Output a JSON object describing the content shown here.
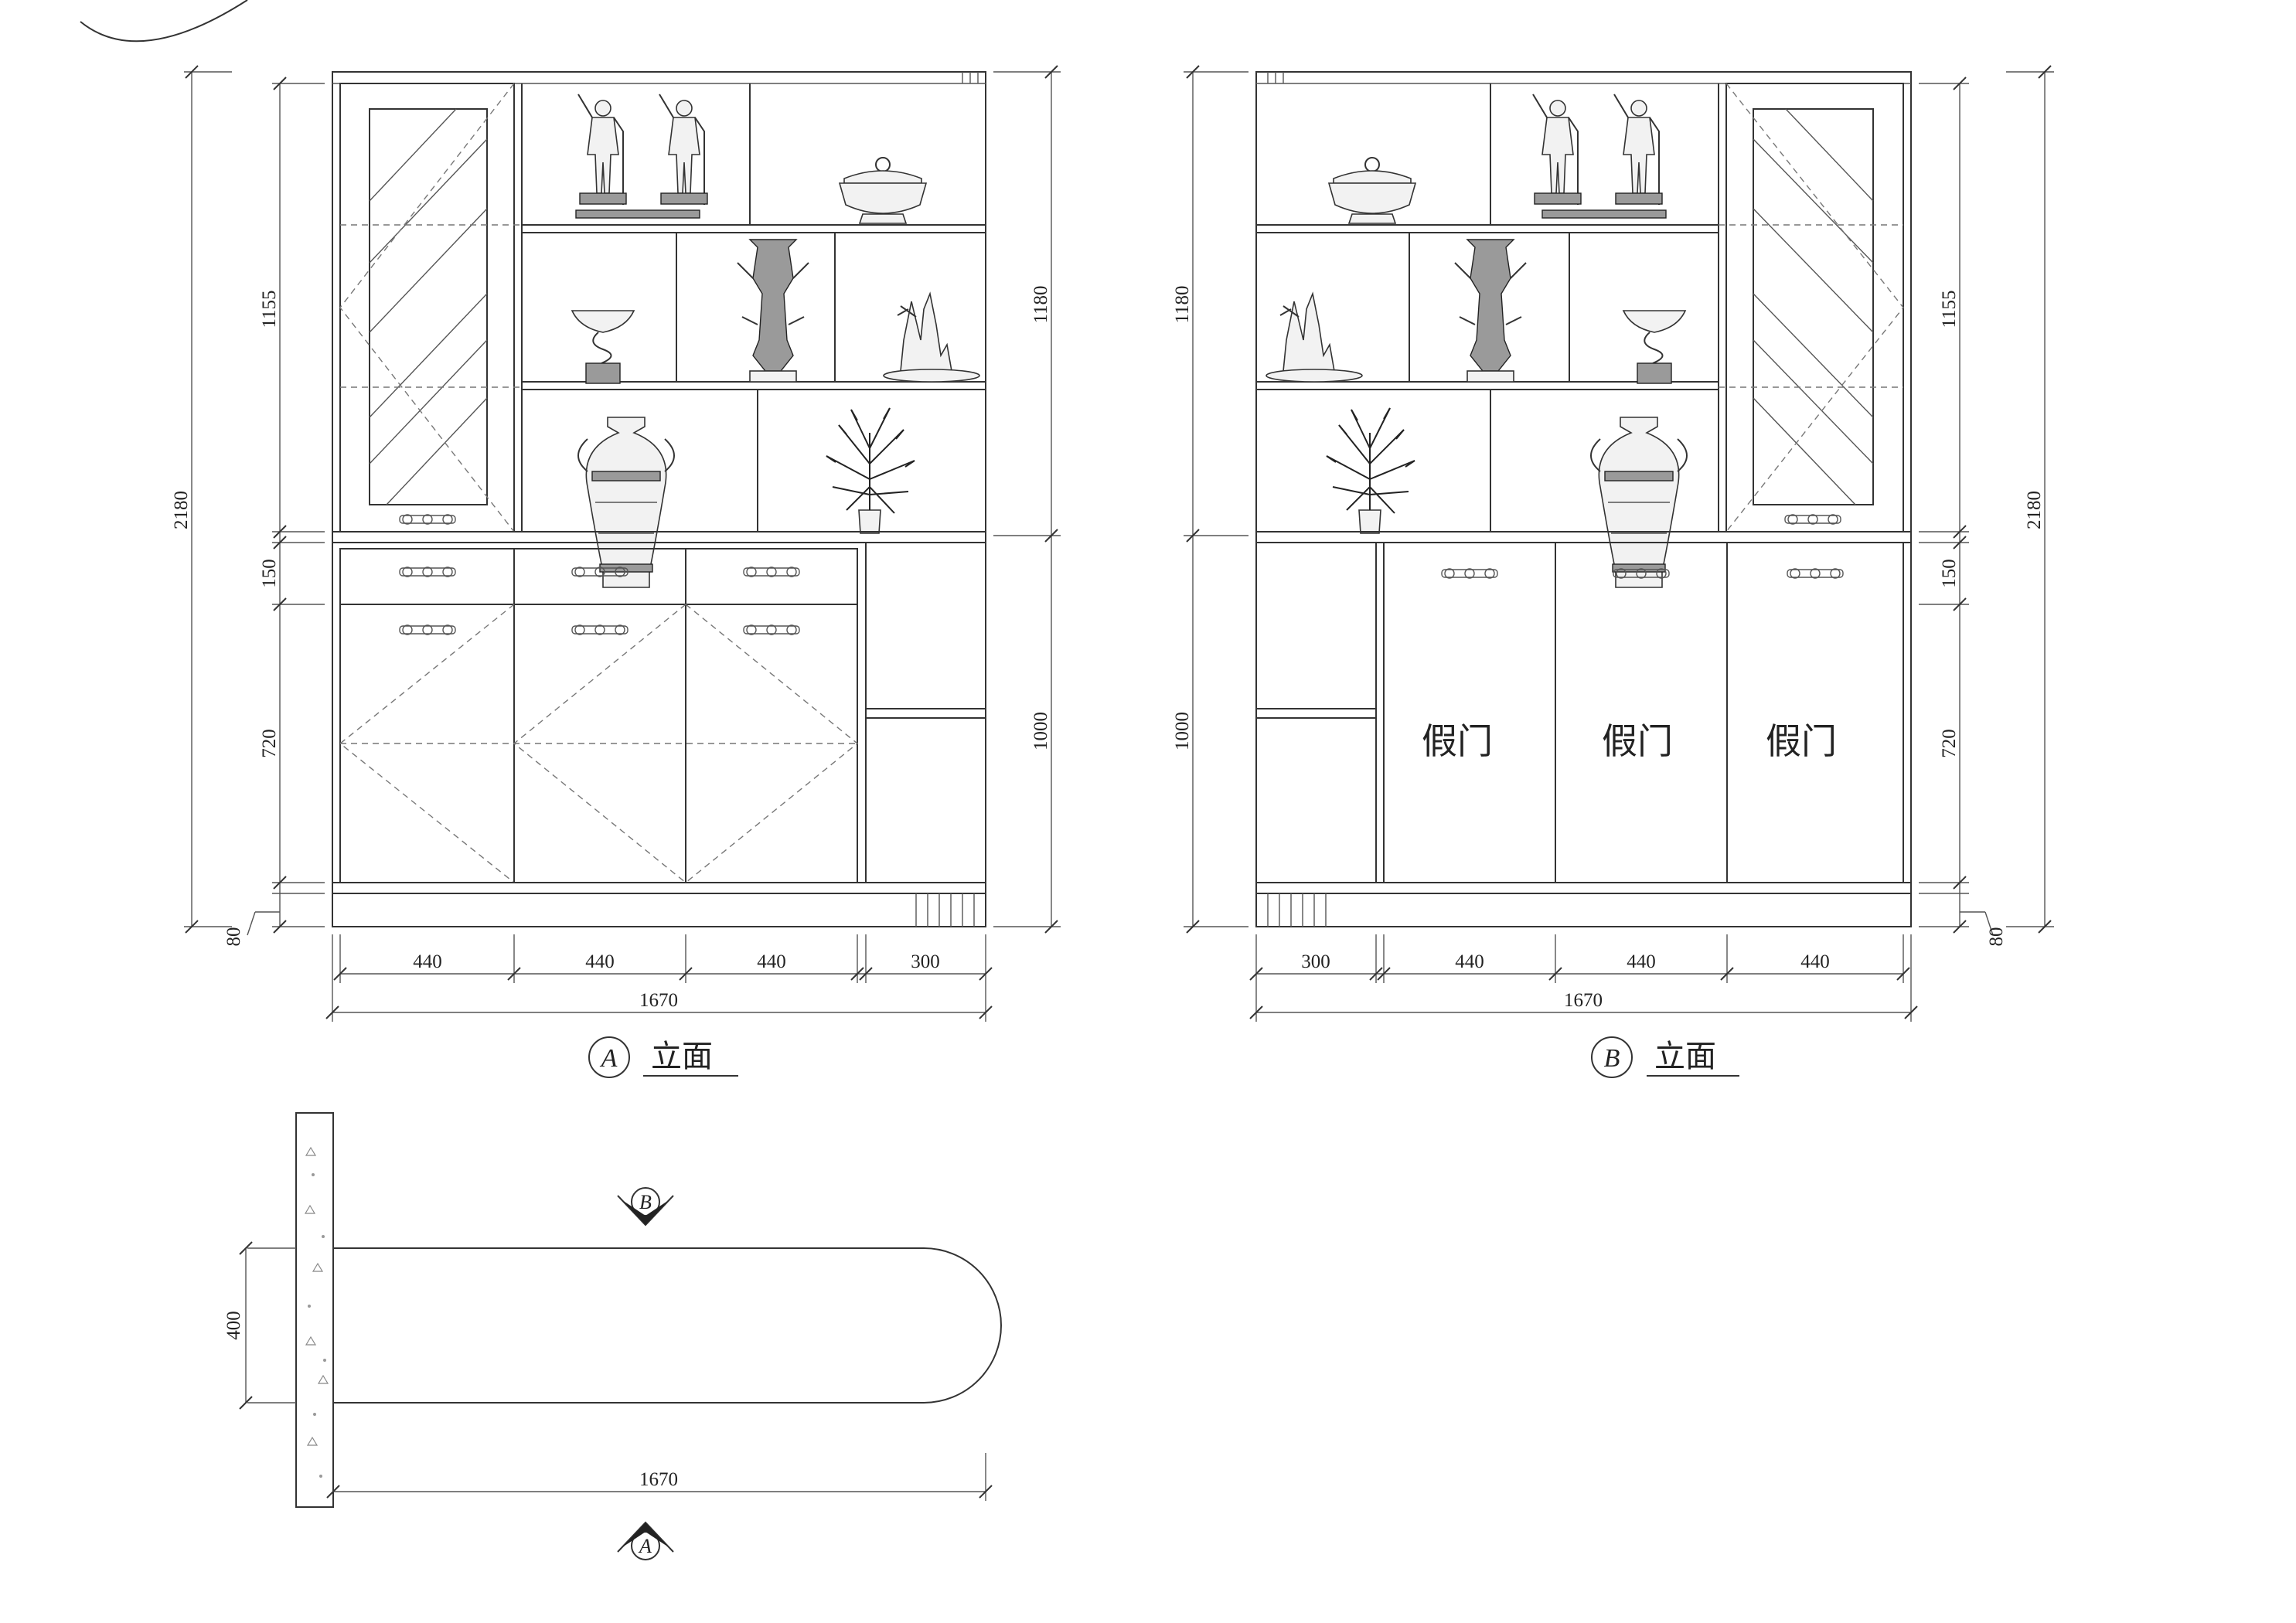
{
  "elevation_a": {
    "marker": "A",
    "title": "立面",
    "dims_left": {
      "total": "2180",
      "upper": "1155",
      "drawer": "150",
      "lower": "720",
      "base": "80"
    },
    "dims_right": {
      "upper": "1180",
      "lower": "1000"
    },
    "dims_bottom": {
      "w1": "440",
      "w2": "440",
      "w3": "440",
      "w4": "300",
      "total": "1670"
    }
  },
  "elevation_b": {
    "marker": "B",
    "title": "立面",
    "dims_left": {
      "upper": "1180",
      "lower": "1000"
    },
    "dims_right": {
      "total": "2180",
      "upper": "1155",
      "drawer": "150",
      "lower": "720",
      "base": "80"
    },
    "dims_bottom": {
      "w1": "300",
      "w2": "440",
      "w3": "440",
      "w4": "440",
      "total": "1670"
    },
    "fake_door_label": "假门"
  },
  "plan": {
    "depth": "400",
    "length": "1670",
    "marker_top": "B",
    "marker_bottom": "A"
  }
}
